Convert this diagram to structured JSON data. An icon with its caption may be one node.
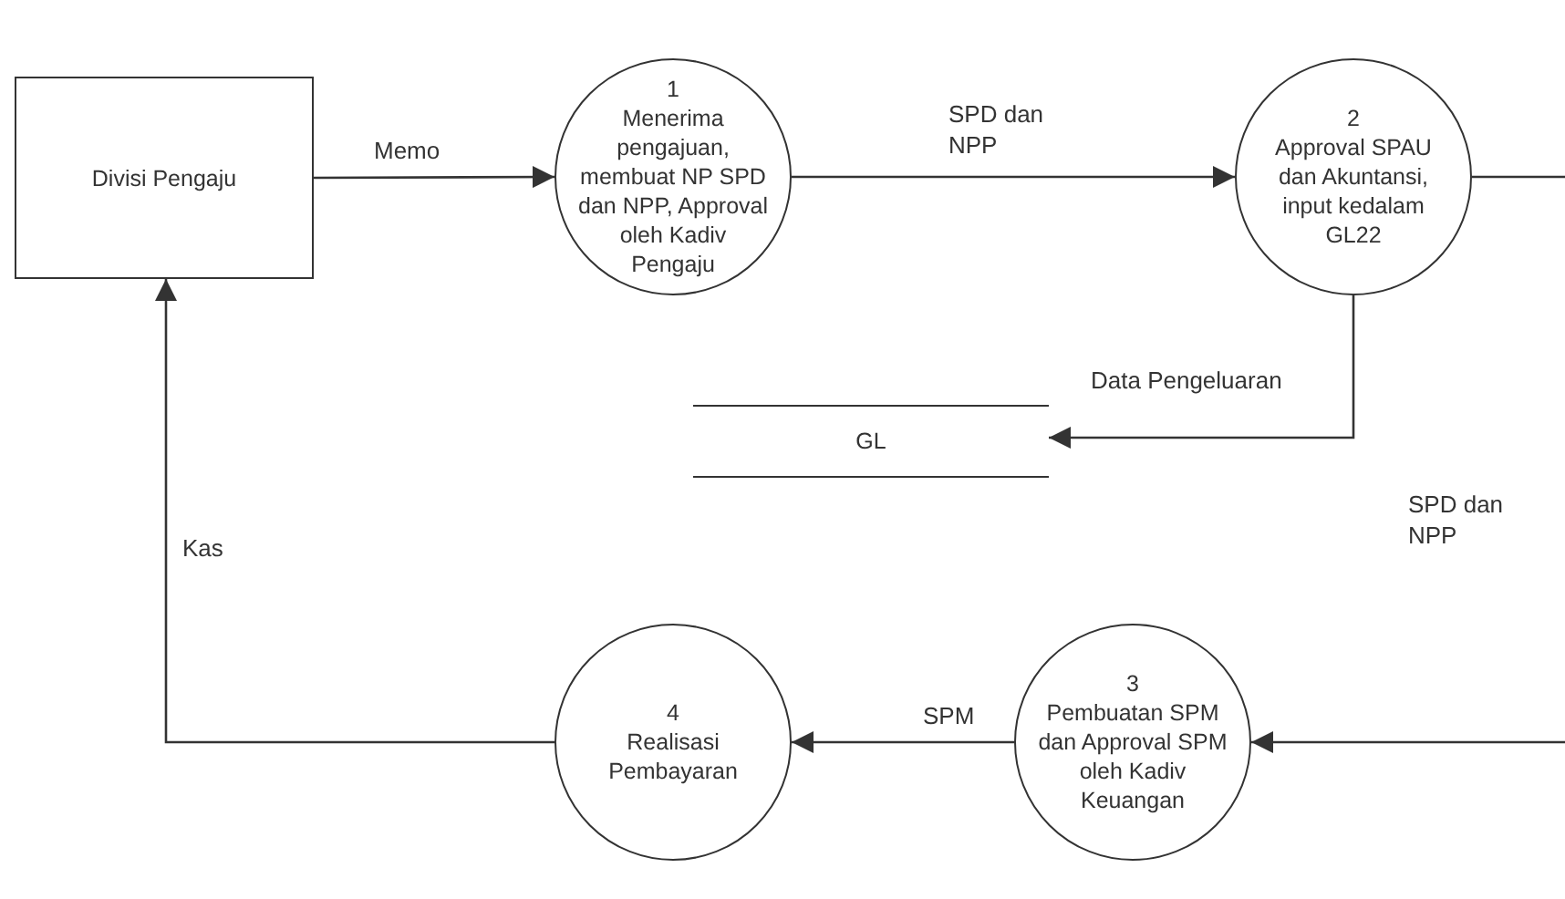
{
  "diagram": {
    "nodes": [
      {
        "text": [
          "Divisi Pengaju"
        ]
      },
      {
        "text": [
          "1",
          "Menerima pengajuan, membuat NP SPD dan NPP, Approval oleh Kadiv Pengaju"
        ]
      },
      {
        "text": [
          "2",
          "Approval SPAU dan Akuntansi, input kedalam GL22"
        ]
      },
      {
        "text": [
          "GL"
        ]
      },
      {
        "text": [
          "3",
          "Pembuatan SPM dan Approval SPM oleh Kadiv Keuangan"
        ]
      },
      {
        "text": [
          "4",
          "Realisasi Pembayaran"
        ]
      }
    ],
    "edges": [
      {
        "from": 0,
        "to": 1,
        "arrow": "to",
        "label": "Memo"
      },
      {
        "from": 1,
        "to": 2,
        "arrow": "to",
        "label": "SPD dan NPP"
      },
      {
        "from": 2,
        "to": 3,
        "arrow": "to",
        "label": "Data Pengeluaran"
      },
      {
        "from": 2,
        "to": 4,
        "arrow": "to",
        "label": "SPD dan NPP"
      },
      {
        "from": 4,
        "to": 5,
        "arrow": "to",
        "label": "SPM"
      },
      {
        "from": 5,
        "to": 0,
        "arrow": "to",
        "label": "Kas"
      }
    ]
  }
}
